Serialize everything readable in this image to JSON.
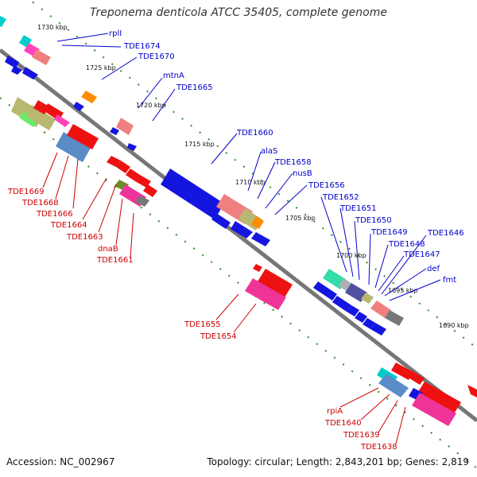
{
  "title": "Treponema denticola ATCC 35405, complete genome",
  "accession": "Accession: NC_002967",
  "topology": "Topology: circular; Length: 2,843,201 bp; Genes: 2,819",
  "colors": {
    "forward": "#0000cc",
    "reverse": "#cc0000",
    "backbone": "#777777",
    "ticks": "#2a8a2a"
  },
  "kbp_ticks": [
    "1730 kbp",
    "1725 kbp",
    "1720 kbp",
    "1715 kbp",
    "1710 kbp",
    "1705 kbp",
    "1700 kbp",
    "1695 kbp",
    "1690 kbp"
  ],
  "upper_labels": [
    "rplI",
    "TDE1674",
    "TDE1670",
    "mtnA",
    "TDE1665",
    "TDE1660",
    "alaS",
    "TDE1658",
    "nusB",
    "TDE1656",
    "TDE1652",
    "TDE1651",
    "TDE1650",
    "TDE1649",
    "TDE1648",
    "TDE1647",
    "TDE1646",
    "def",
    "fmt"
  ],
  "lower_labels": [
    "TDE1669",
    "TDE1668",
    "TDE1666",
    "TDE1664",
    "TDE1663",
    "dnaB",
    "TDE1661",
    "TDE1655",
    "TDE1654",
    "rpiA",
    "TDE1640",
    "TDE1639",
    "TDE1638"
  ]
}
